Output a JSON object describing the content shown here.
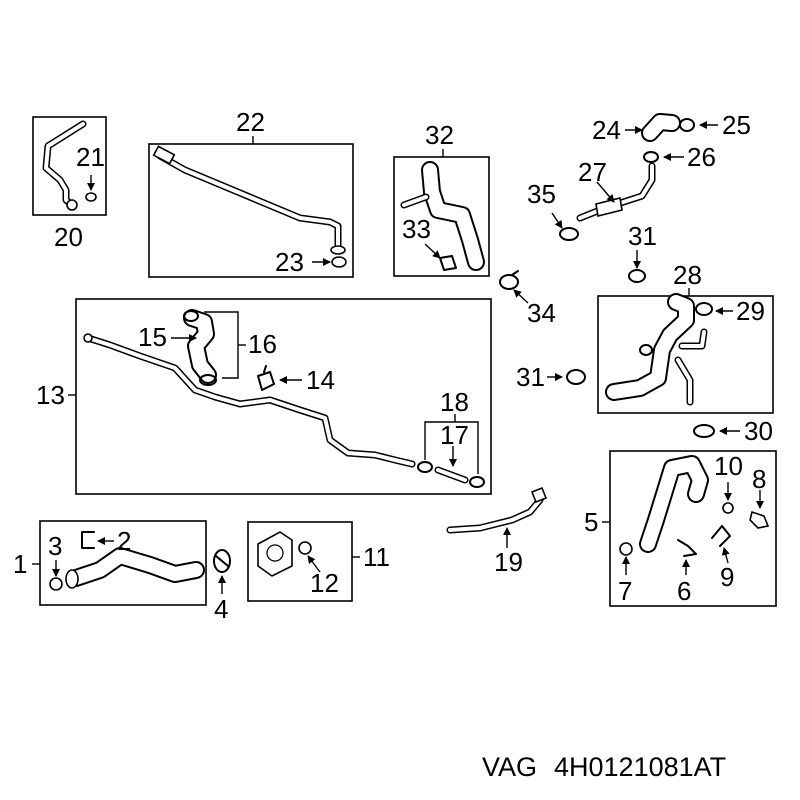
{
  "footer": {
    "brand": "VAG",
    "part_number": "4H0121081AT"
  },
  "callouts": {
    "c1": "1",
    "c2": "2",
    "c3": "3",
    "c4": "4",
    "c5": "5",
    "c6": "6",
    "c7": "7",
    "c8": "8",
    "c9": "9",
    "c10": "10",
    "c11": "11",
    "c12": "12",
    "c13": "13",
    "c14": "14",
    "c15": "15",
    "c16": "16",
    "c17": "17",
    "c18": "18",
    "c19": "19",
    "c20": "20",
    "c21": "21",
    "c22": "22",
    "c23": "23",
    "c24": "24",
    "c25": "25",
    "c26": "26",
    "c27": "27",
    "c28": "28",
    "c29": "29",
    "c30": "30",
    "c31a": "31",
    "c31b": "31",
    "c32": "32",
    "c33": "33",
    "c34": "34",
    "c35": "35"
  }
}
